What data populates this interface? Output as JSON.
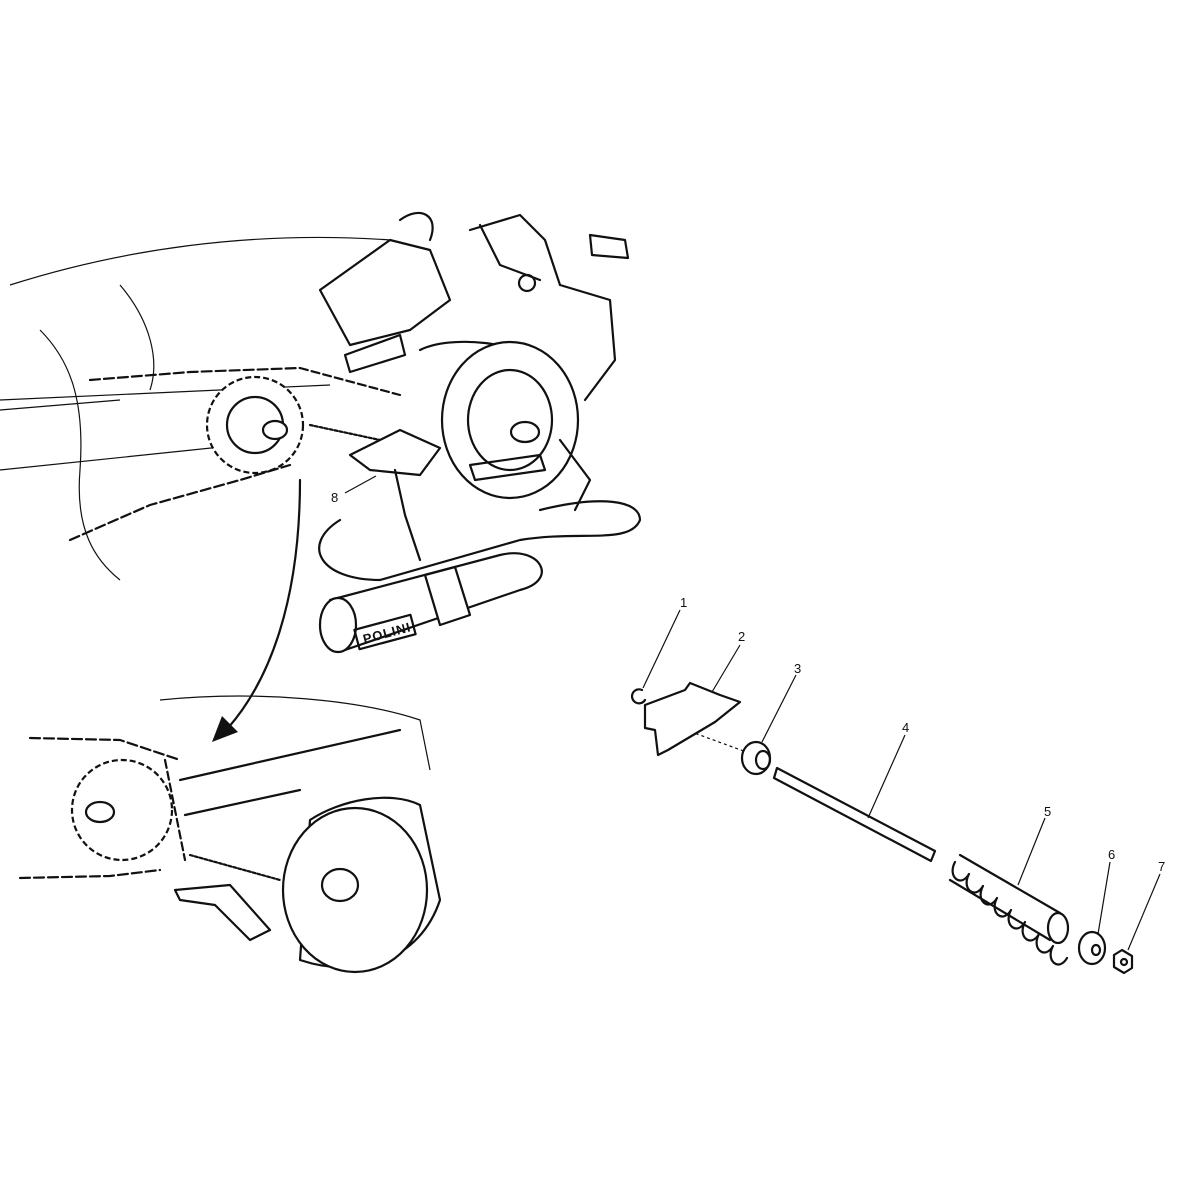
{
  "diagram": {
    "callouts": [
      {
        "number": "1",
        "part": "c-clip"
      },
      {
        "number": "2",
        "part": "bracket"
      },
      {
        "number": "3",
        "part": "bushing"
      },
      {
        "number": "4",
        "part": "tensioner-rod"
      },
      {
        "number": "5",
        "part": "spring"
      },
      {
        "number": "6",
        "part": "washer"
      },
      {
        "number": "7",
        "part": "nut"
      },
      {
        "number": "8",
        "part": "chain-tensioner-assembly"
      }
    ],
    "exhaust_logo": "POLINI"
  }
}
